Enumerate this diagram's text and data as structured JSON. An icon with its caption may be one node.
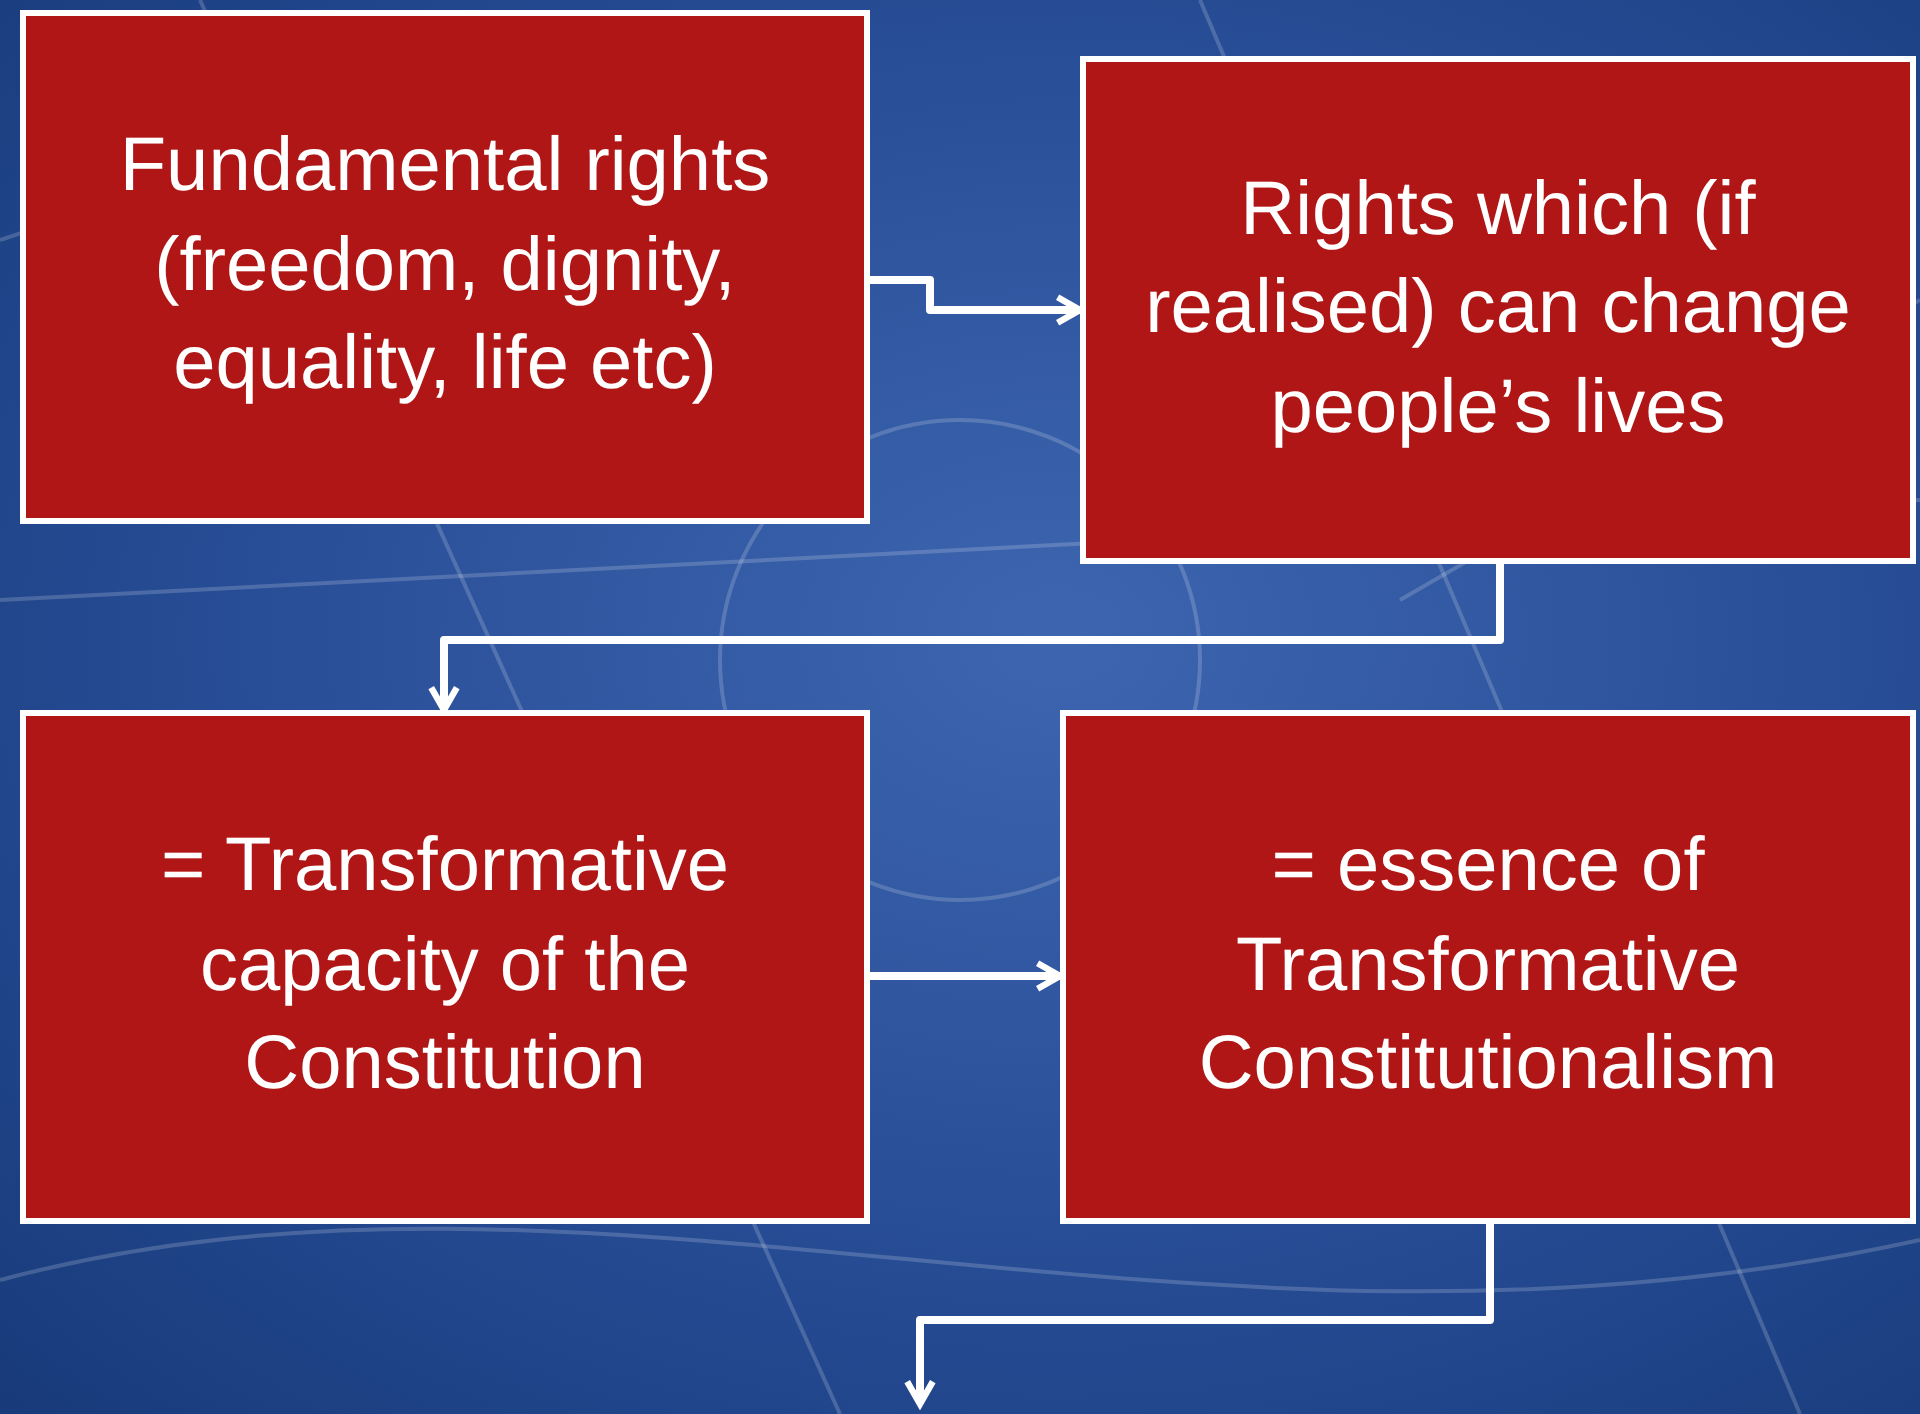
{
  "diagram": {
    "nodes": [
      {
        "text": [
          "Fundamental rights (freedom, dignity, equality, life etc)"
        ]
      },
      {
        "text": [
          "Rights which (if realised) can change people’s lives"
        ]
      },
      {
        "text": [
          "= Transformative capacity of the Constitution"
        ]
      },
      {
        "text": [
          "= essence of Transformative Constitutionalism"
        ]
      }
    ],
    "edges": [
      {
        "from": 0,
        "to": 1,
        "arrow": "to"
      },
      {
        "from": 1,
        "to": 2,
        "arrow": "to"
      },
      {
        "from": 2,
        "to": 3,
        "arrow": "to"
      },
      {
        "from": 3,
        "to": null,
        "arrow": "to"
      }
    ]
  }
}
